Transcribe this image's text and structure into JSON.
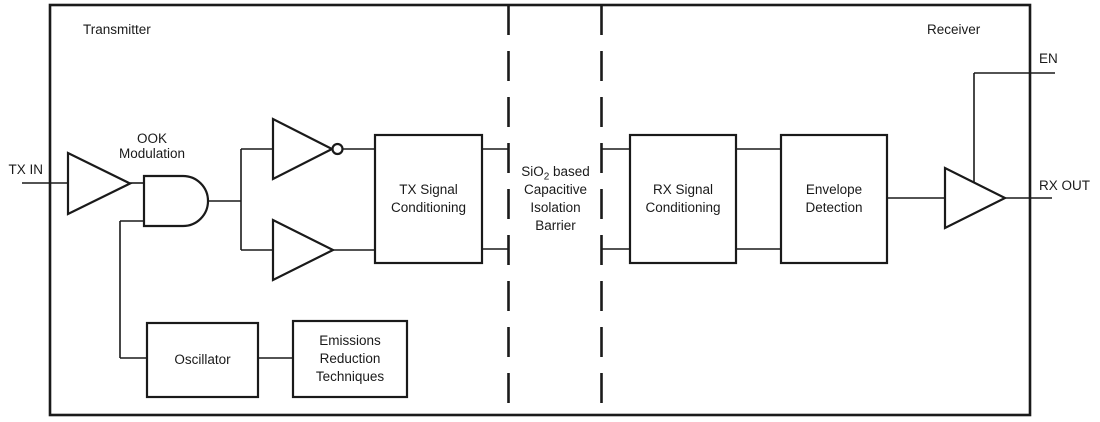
{
  "colors": {
    "line": "#1a1a1a",
    "background": "#ffffff"
  },
  "diagram": {
    "regions": {
      "transmitter": "Transmitter",
      "receiver": "Receiver"
    },
    "ports": {
      "tx_in": "TX IN",
      "en": "EN",
      "rx_out": "RX OUT"
    },
    "ook": {
      "line1": "OOK",
      "line2": "Modulation"
    },
    "barrier": {
      "line1_prefix": "SiO",
      "line1_sub": "2",
      "line1_suffix": " based",
      "line2": "Capacitive",
      "line3": "Isolation",
      "line4": "Barrier"
    },
    "blocks": {
      "tx_signal": {
        "line1": "TX Signal",
        "line2": "Conditioning"
      },
      "rx_signal": {
        "line1": "RX Signal",
        "line2": "Conditioning"
      },
      "envelope": {
        "line1": "Envelope",
        "line2": "Detection"
      },
      "oscillator": {
        "line1": "Oscillator"
      },
      "emissions": {
        "line1": "Emissions",
        "line2": "Reduction",
        "line3": "Techniques"
      }
    }
  }
}
